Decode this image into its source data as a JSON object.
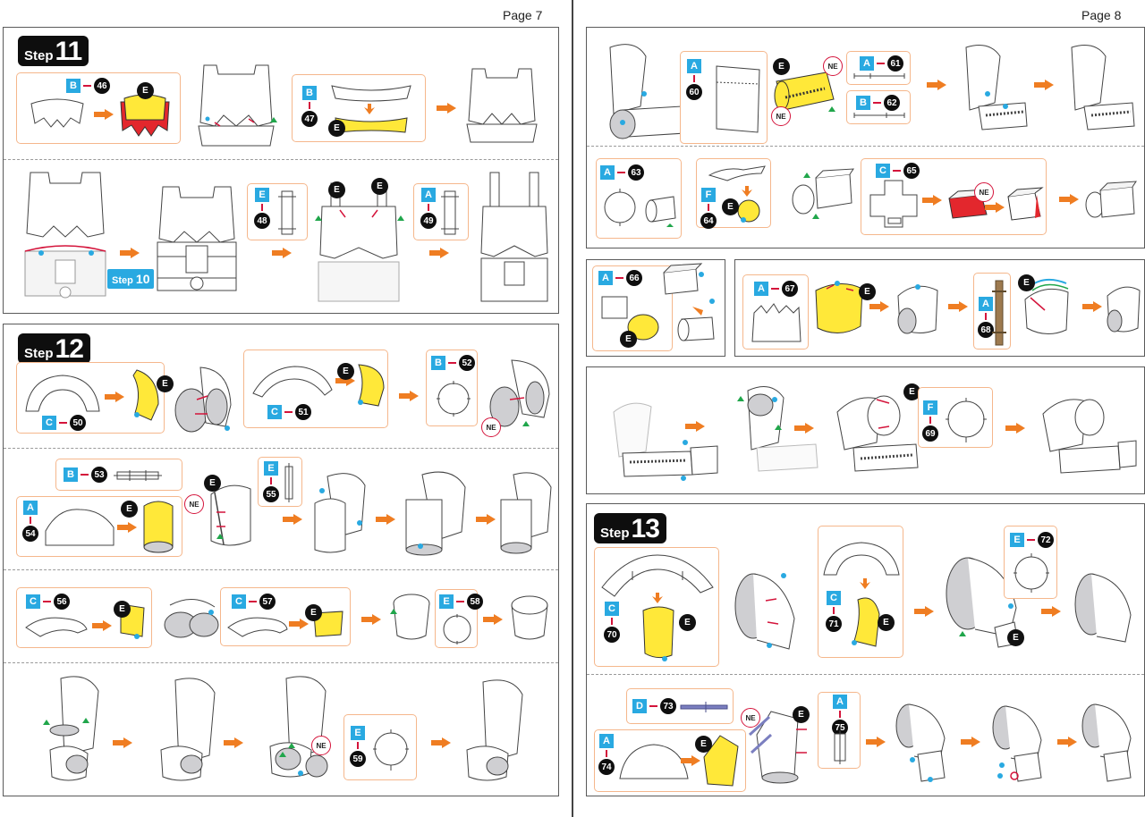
{
  "pages": {
    "left_number": "Page 7",
    "right_number": "Page 8"
  },
  "steps": {
    "step11": {
      "word": "Step",
      "number": "11"
    },
    "step12": {
      "word": "Step",
      "number": "12"
    },
    "step13": {
      "word": "Step",
      "number": "13"
    },
    "step_ref": {
      "word": "Step",
      "number": "10"
    }
  },
  "tags": {
    "e": "E",
    "ne": "NE"
  },
  "parts": [
    {
      "id": "p46",
      "sheet": "B",
      "number": "46"
    },
    {
      "id": "p47",
      "sheet": "B",
      "number": "47"
    },
    {
      "id": "p48",
      "sheet": "E",
      "number": "48"
    },
    {
      "id": "p49",
      "sheet": "A",
      "number": "49"
    },
    {
      "id": "p50",
      "sheet": "C",
      "number": "50"
    },
    {
      "id": "p51",
      "sheet": "C",
      "number": "51"
    },
    {
      "id": "p52",
      "sheet": "B",
      "number": "52"
    },
    {
      "id": "p53",
      "sheet": "B",
      "number": "53"
    },
    {
      "id": "p54",
      "sheet": "A",
      "number": "54"
    },
    {
      "id": "p55",
      "sheet": "E",
      "number": "55"
    },
    {
      "id": "p56",
      "sheet": "C",
      "number": "56"
    },
    {
      "id": "p57",
      "sheet": "C",
      "number": "57"
    },
    {
      "id": "p58",
      "sheet": "E",
      "number": "58"
    },
    {
      "id": "p59",
      "sheet": "E",
      "number": "59"
    },
    {
      "id": "p60",
      "sheet": "A",
      "number": "60"
    },
    {
      "id": "p61",
      "sheet": "A",
      "number": "61"
    },
    {
      "id": "p62",
      "sheet": "B",
      "number": "62"
    },
    {
      "id": "p63",
      "sheet": "A",
      "number": "63"
    },
    {
      "id": "p64",
      "sheet": "F",
      "number": "64"
    },
    {
      "id": "p65",
      "sheet": "C",
      "number": "65"
    },
    {
      "id": "p66",
      "sheet": "A",
      "number": "66"
    },
    {
      "id": "p67",
      "sheet": "A",
      "number": "67"
    },
    {
      "id": "p68",
      "sheet": "A",
      "number": "68"
    },
    {
      "id": "p69",
      "sheet": "F",
      "number": "69"
    },
    {
      "id": "p70",
      "sheet": "C",
      "number": "70"
    },
    {
      "id": "p71",
      "sheet": "C",
      "number": "71"
    },
    {
      "id": "p72",
      "sheet": "E",
      "number": "72"
    },
    {
      "id": "p73",
      "sheet": "D",
      "number": "73"
    },
    {
      "id": "p74",
      "sheet": "A",
      "number": "74"
    },
    {
      "id": "p75",
      "sheet": "A",
      "number": "75"
    }
  ],
  "colors": {
    "sheet_badge": "#29a9e1",
    "arrow": "#ef7d22",
    "parts_box_border": "#f5b78c",
    "tag_black": "#0e0e0e",
    "highlight_yellow": "#ffe839",
    "highlight_red": "#e3272d",
    "tab_marker_red": "#d4143b",
    "dot_blue": "#29a9e1",
    "triangle_green": "#20a64b",
    "rod_brown": "#9d7a4f",
    "rod_purple": "#7b7fc0"
  }
}
